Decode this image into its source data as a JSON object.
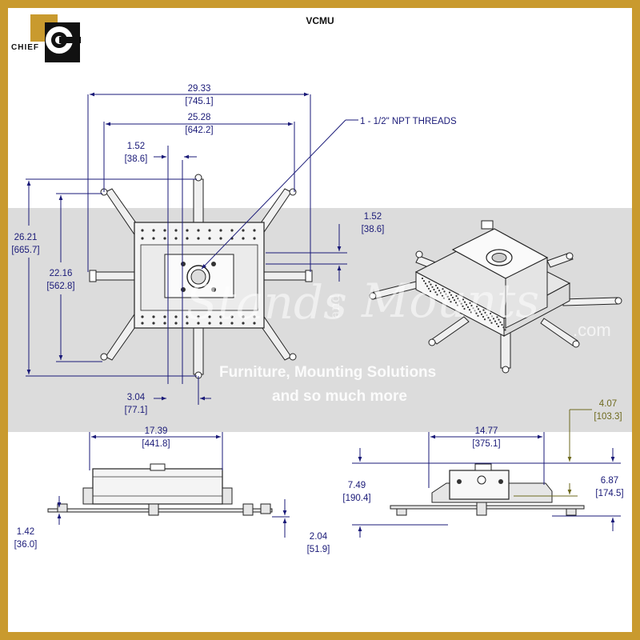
{
  "title": "VCMU",
  "logo": {
    "text": "CHIEF"
  },
  "callout": "1 - 1/2\" NPT THREADS",
  "watermark": {
    "script_left": "Stands",
    "script_and": "and",
    "script_right": "Mounts",
    "domain_suffix": ".com",
    "line1": "Furniture, Mounting Solutions",
    "line2": "and so much more"
  },
  "dimensions": {
    "overall_width": {
      "in": "29.33",
      "mm": "[745.1]"
    },
    "hole_span_width": {
      "in": "25.28",
      "mm": "[642.2]"
    },
    "top_offset": {
      "in": "1.52",
      "mm": "[38.6]"
    },
    "overall_height": {
      "in": "26.21",
      "mm": "[665.7]"
    },
    "hole_span_height": {
      "in": "22.16",
      "mm": "[562.8]"
    },
    "right_offset": {
      "in": "1.52",
      "mm": "[38.6]"
    },
    "bottom_offset": {
      "in": "3.04",
      "mm": "[77.1]"
    },
    "front_width": {
      "in": "17.39",
      "mm": "[441.8]"
    },
    "front_base": {
      "in": "1.42",
      "mm": "[36.0]"
    },
    "front_foot": {
      "in": "2.04",
      "mm": "[51.9]"
    },
    "side_width": {
      "in": "14.77",
      "mm": "[375.1]"
    },
    "side_height": {
      "in": "7.49",
      "mm": "[190.4]"
    },
    "side_lower_height": {
      "in": "6.87",
      "mm": "[174.5]"
    },
    "side_adjust": {
      "in": "4.07",
      "mm": "[103.3]"
    }
  },
  "colors": {
    "frame": "#c99a2e",
    "dimension": "#1a1a78",
    "adjust_dimension": "#6e6a1e",
    "watermark_band": "#d6d6d6"
  }
}
